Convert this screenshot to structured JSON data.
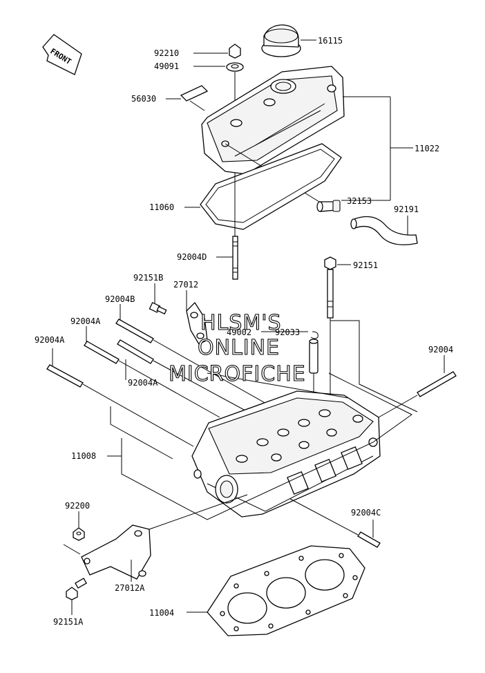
{
  "front_label": "FRONT",
  "watermark": [
    "HLSM'S",
    "ONLINE",
    "MICROFICHE"
  ],
  "part_labels": {
    "p16115": "16115",
    "p92210": "92210",
    "p49091": "49091",
    "p56030": "56030",
    "p11022": "11022",
    "p32153": "32153",
    "p92191": "92191",
    "p11060": "11060",
    "p92004D": "92004D",
    "p92151": "92151",
    "p92151B": "92151B",
    "p27012": "27012",
    "p92004B": "92004B",
    "p92004A_1": "92004A",
    "p92004A_2": "92004A",
    "p92004A_3": "92004A",
    "p49002": "49002",
    "p92033": "92033",
    "p92004": "92004",
    "p11008": "11008",
    "p92200": "92200",
    "p92004C": "92004C",
    "p27012A": "27012A",
    "p11004": "11004",
    "p92151A": "92151A"
  }
}
